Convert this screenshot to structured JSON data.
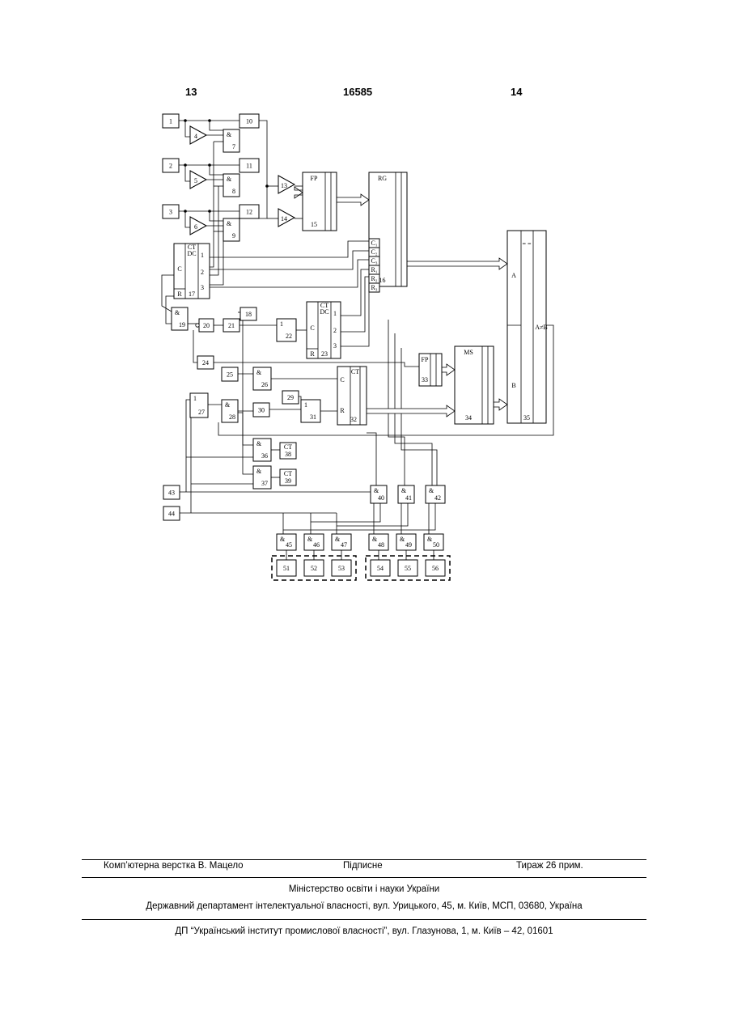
{
  "header": {
    "left_page": "13",
    "center_number": "16585",
    "right_page": "14"
  },
  "diagram": {
    "blocks": [
      {
        "id": "b1",
        "label": "1"
      },
      {
        "id": "b2",
        "label": "2"
      },
      {
        "id": "b3",
        "label": "3"
      },
      {
        "id": "b4",
        "label": "4"
      },
      {
        "id": "b5",
        "label": "5"
      },
      {
        "id": "b6",
        "label": "6"
      },
      {
        "id": "b7",
        "label": "7",
        "op": "&"
      },
      {
        "id": "b8",
        "label": "8",
        "op": "&"
      },
      {
        "id": "b9",
        "label": "9",
        "op": "&"
      },
      {
        "id": "b10",
        "label": "10"
      },
      {
        "id": "b11",
        "label": "11"
      },
      {
        "id": "b12",
        "label": "12"
      },
      {
        "id": "b13",
        "label": "13"
      },
      {
        "id": "b14",
        "label": "14"
      },
      {
        "id": "b15",
        "label": "15",
        "title": "FP"
      },
      {
        "id": "b16",
        "label": "16",
        "title": "RG",
        "ports": [
          "C₁",
          "C₂",
          "C₃",
          "R₁",
          "R₂",
          "R₃"
        ]
      },
      {
        "id": "b17",
        "label": "17",
        "title": "CT",
        "title2": "DC",
        "ports": [
          "C",
          "R",
          "1",
          "2",
          "3"
        ]
      },
      {
        "id": "b18",
        "label": "18"
      },
      {
        "id": "b19",
        "label": "19",
        "op": "&"
      },
      {
        "id": "b20",
        "label": "20"
      },
      {
        "id": "b21",
        "label": "21"
      },
      {
        "id": "b22",
        "label": "22",
        "op": "1"
      },
      {
        "id": "b23",
        "label": "23",
        "title": "CT",
        "title2": "DC",
        "ports": [
          "C",
          "R",
          "1",
          "2",
          "3"
        ]
      },
      {
        "id": "b24",
        "label": "24"
      },
      {
        "id": "b25",
        "label": "25"
      },
      {
        "id": "b26",
        "label": "26",
        "op": "&"
      },
      {
        "id": "b27",
        "label": "27",
        "op": "1"
      },
      {
        "id": "b28",
        "label": "28",
        "op": "&"
      },
      {
        "id": "b29",
        "label": "29"
      },
      {
        "id": "b30",
        "label": "30"
      },
      {
        "id": "b31",
        "label": "31",
        "op": "1"
      },
      {
        "id": "b32",
        "label": "32",
        "title": "CT",
        "ports": [
          "C",
          "R"
        ]
      },
      {
        "id": "b33",
        "label": "33",
        "title": "FP"
      },
      {
        "id": "b34",
        "label": "34",
        "title": "MS"
      },
      {
        "id": "b35",
        "label": "35",
        "title": "= =",
        "ports": [
          "A",
          "B",
          "A≠B"
        ]
      },
      {
        "id": "b36",
        "label": "36",
        "op": "&"
      },
      {
        "id": "b37",
        "label": "37",
        "op": "&"
      },
      {
        "id": "b38",
        "label": "38",
        "title": "CT"
      },
      {
        "id": "b39",
        "label": "39",
        "title": "CT"
      },
      {
        "id": "b40",
        "label": "40",
        "op": "&"
      },
      {
        "id": "b41",
        "label": "41",
        "op": "&"
      },
      {
        "id": "b42",
        "label": "42",
        "op": "&"
      },
      {
        "id": "b43",
        "label": "43"
      },
      {
        "id": "b44",
        "label": "44"
      },
      {
        "id": "b45",
        "label": "45",
        "op": "&"
      },
      {
        "id": "b46",
        "label": "46",
        "op": "&"
      },
      {
        "id": "b47",
        "label": "47",
        "op": "&"
      },
      {
        "id": "b48",
        "label": "48",
        "op": "&"
      },
      {
        "id": "b49",
        "label": "49",
        "op": "&"
      },
      {
        "id": "b50",
        "label": "50",
        "op": "&"
      },
      {
        "id": "b51",
        "label": "51"
      },
      {
        "id": "b52",
        "label": "52"
      },
      {
        "id": "b53",
        "label": "53"
      },
      {
        "id": "b54",
        "label": "54"
      },
      {
        "id": "b55",
        "label": "55"
      },
      {
        "id": "b56",
        "label": "56"
      }
    ]
  },
  "footer": {
    "layout_credit": "Комп’ютерна верстка В. Мацело",
    "signed": "Підписне",
    "circulation": "Тираж 26 прим.",
    "ministry": "Міністерство освіти і науки України",
    "department": "Державний департамент інтелектуальної власності, вул. Урицького, 45, м. Київ, МСП, 03680, Україна",
    "institute": "ДП “Український інститут промислової власності”, вул. Глазунова, 1, м. Київ – 42, 01601"
  }
}
